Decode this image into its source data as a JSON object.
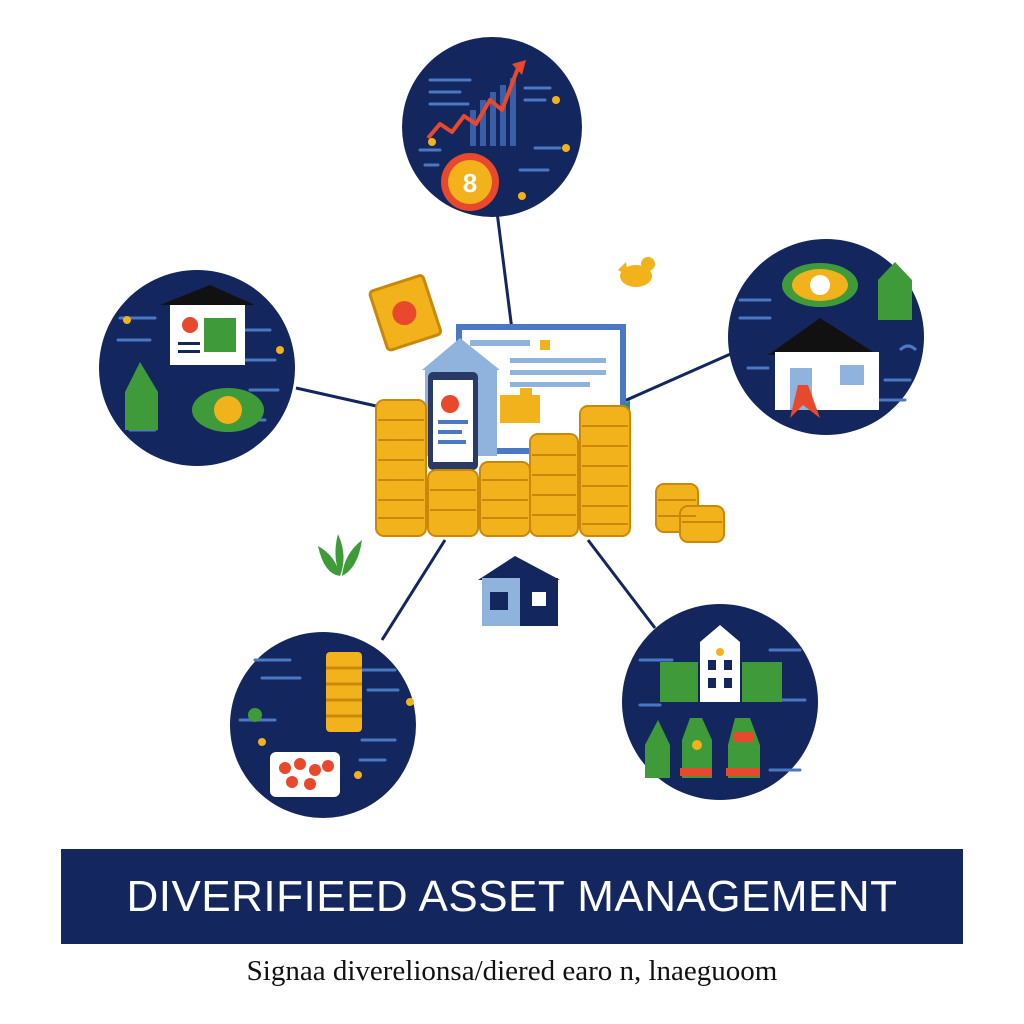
{
  "banner": {
    "title": "DIVERIFIEED ASSET MANAGEMENT"
  },
  "subtitle": "Signaa diverelionsa/diered earo n, lnaeguoom",
  "colors": {
    "navy": "#13275e",
    "gold": "#f2b21b",
    "gold_dark": "#c9880a",
    "green": "#3f9a3a",
    "red": "#e8482c",
    "light_blue": "#8fb3dd",
    "white": "#ffffff"
  },
  "nodes": [
    {
      "id": "growth-chart-node",
      "icons": [
        "line-chart-icon",
        "coin-icon"
      ]
    },
    {
      "id": "real-estate-node",
      "icons": [
        "coin-icon",
        "house-icon",
        "location-pin-icon"
      ]
    },
    {
      "id": "documents-node",
      "icons": [
        "house-roof-icon",
        "document-icon",
        "cash-icon"
      ]
    },
    {
      "id": "commodities-node",
      "icons": [
        "coin-stack-icon",
        "gems-icon"
      ]
    },
    {
      "id": "institution-node",
      "icons": [
        "bank-building-icon",
        "figurine-icon"
      ]
    }
  ],
  "center": {
    "icons": [
      "coin-stack-icon",
      "tablet-icon",
      "document-icon",
      "house-icon"
    ]
  }
}
